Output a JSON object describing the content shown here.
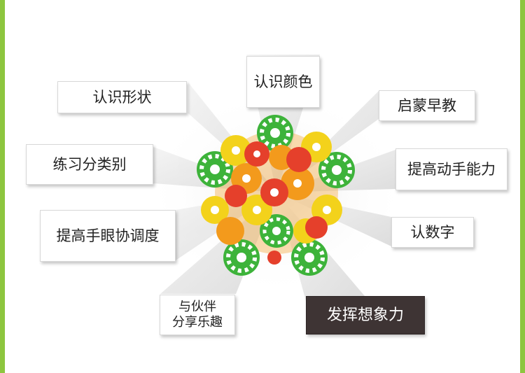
{
  "colors": {
    "border": "#8dc63f",
    "label_bg": "#ffffff",
    "highlight_bg": "#3e3434",
    "highlight_text": "#ffffff",
    "toy_green": "#3db33a",
    "toy_yellow": "#f3d21b",
    "toy_orange": "#f39a1c",
    "toy_red": "#e5402b"
  },
  "labels": {
    "recognize_shapes": "认识形状",
    "recognize_colors": "认识颜色",
    "early_education": "启蒙早教",
    "practice_classification": "练习分类别",
    "improve_hand_skills": "提高动手能力",
    "hand_eye_coordination": "提高手眼协调度",
    "recognize_numbers": "认数字",
    "share_with_friends_line1": "与伙伴",
    "share_with_friends_line2": "分享乐趣",
    "imagination": "发挥想象力"
  }
}
